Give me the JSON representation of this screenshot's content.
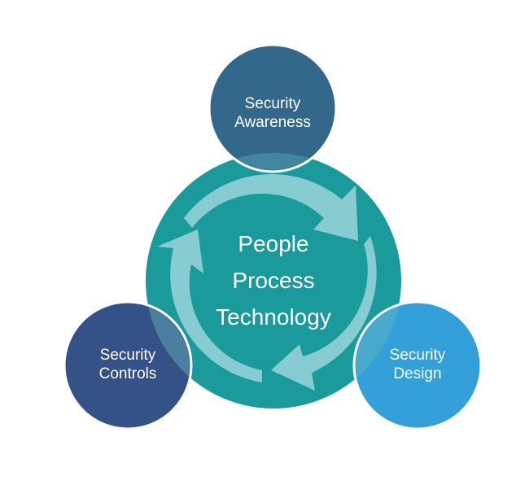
{
  "diagram": {
    "type": "cycle-with-satellites",
    "center": {
      "lines": [
        "People",
        "Process",
        "Technology"
      ],
      "color": "#1a9a9b"
    },
    "satellites": [
      {
        "id": "awareness",
        "lines": [
          "Security",
          "Awareness"
        ],
        "color": "#34688a",
        "position": "top"
      },
      {
        "id": "controls",
        "lines": [
          "Security",
          "Controls"
        ],
        "color": "#345287",
        "position": "bottom-left"
      },
      {
        "id": "design",
        "lines": [
          "Security",
          "Design"
        ],
        "color": "#33a0d9",
        "position": "bottom-right"
      }
    ],
    "arrows": {
      "count": 3,
      "direction": "clockwise",
      "color": "#8ccfd3"
    }
  }
}
